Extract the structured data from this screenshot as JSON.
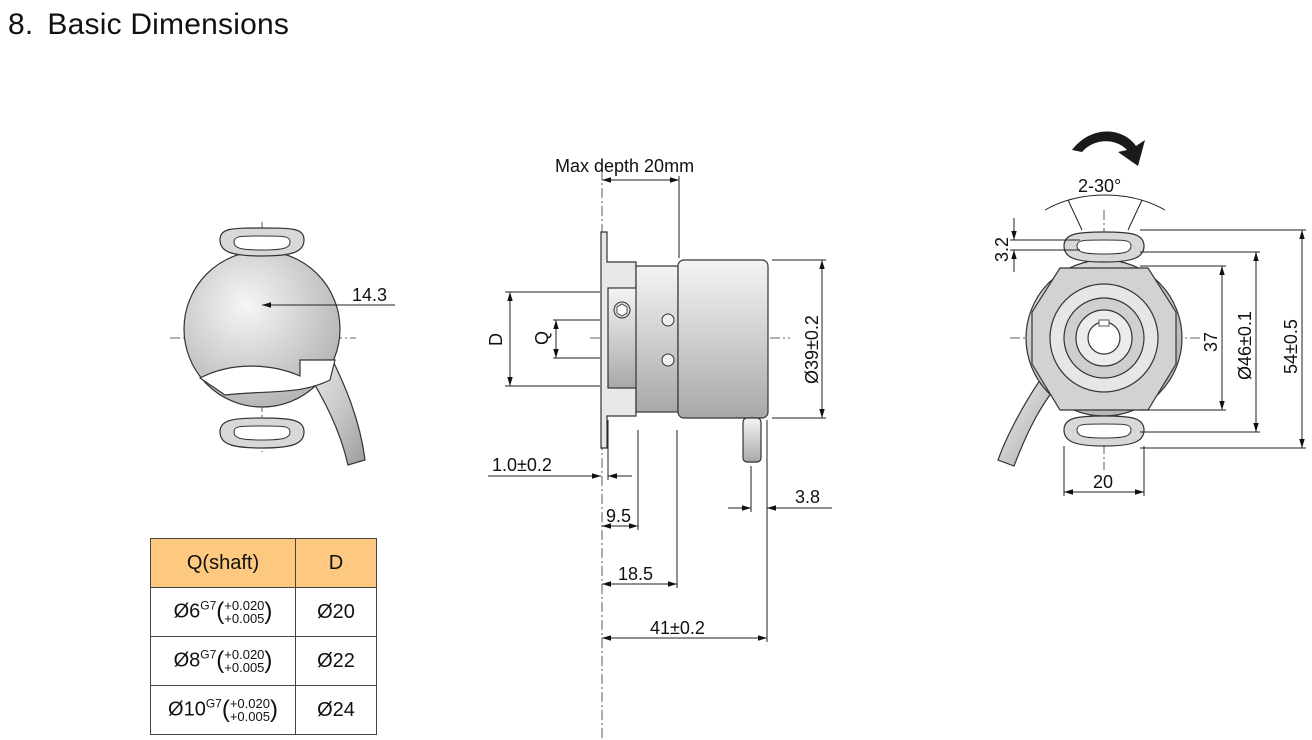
{
  "heading": {
    "number": "8.",
    "text": "Basic Dimensions"
  },
  "labels": {
    "max_depth": "Max depth 20mm",
    "d_letter": "D",
    "q_letter": "Q",
    "dia39": "Ø39±0.2",
    "d_1_0": "1.0±0.2",
    "d_9_5": "9.5",
    "d_18_5": "18.5",
    "d_41": "41±0.2",
    "d_3_8": "3.8",
    "d_14_3": "14.3",
    "angle": "2-30°",
    "d_3_2": "3.2",
    "d_37": "37",
    "dia46": "Ø46±0.1",
    "d_54": "54±0.5",
    "d_20": "20"
  },
  "table": {
    "headers": [
      "Q(shaft)",
      "D"
    ],
    "rows": [
      {
        "q_base": "Ø6",
        "fit": "G7",
        "tol_upper": "+0.020",
        "tol_lower": "+0.005",
        "d": "Ø20"
      },
      {
        "q_base": "Ø8",
        "fit": "G7",
        "tol_upper": "+0.020",
        "tol_lower": "+0.005",
        "d": "Ø22"
      },
      {
        "q_base": "Ø10",
        "fit": "G7",
        "tol_upper": "+0.020",
        "tol_lower": "+0.005",
        "d": "Ø24"
      }
    ]
  },
  "colors": {
    "table_header": "#fdc880",
    "metal_light": "#e4e4e4",
    "metal_mid": "#c8c8c8",
    "metal_dark": "#9a9a9a"
  }
}
